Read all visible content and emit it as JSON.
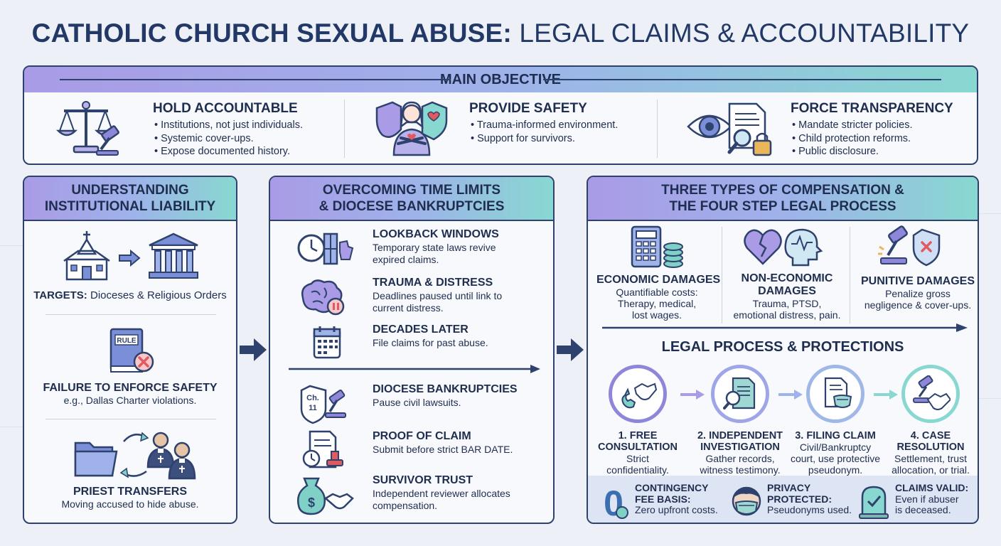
{
  "title_bold": "CATHOLIC CHURCH SEXUAL ABUSE:",
  "title_rest": " LEGAL CLAIMS & ACCOUNTABILITY",
  "objective": {
    "label": "MAIN OBJECTIVE",
    "items": [
      {
        "title": "HOLD ACCOUNTABLE",
        "icon": "scales-gavel-icon",
        "bullets": [
          "Institutions, not just individuals.",
          "Systemic cover-ups.",
          "Expose documented history."
        ]
      },
      {
        "title": "PROVIDE SAFETY",
        "icon": "person-shield-icon",
        "bullets": [
          "Trauma-informed environment.",
          "Support for survivors."
        ]
      },
      {
        "title": "FORCE TRANSPARENCY",
        "icon": "eye-document-icon",
        "bullets": [
          "Mandate stricter policies.",
          "Child protection reforms.",
          "Public disclosure."
        ]
      }
    ]
  },
  "liability": {
    "header1": "UNDERSTANDING",
    "header2": "INSTITUTIONAL LIABILITY",
    "targets_label": "TARGETS:",
    "targets_text": " Dioceses & Religious Orders",
    "failure_title": "FAILURE TO ENFORCE SAFETY",
    "failure_text": "e.g., Dallas Charter violations.",
    "rule_label": "RULE",
    "transfer_title": "PRIEST TRANSFERS",
    "transfer_text": "Moving accused to hide abuse."
  },
  "timelimits": {
    "header1": "OVERCOMING TIME LIMITS",
    "header2": "& DIOCESE BANKRUPTCIES",
    "items": [
      {
        "title": "LOOKBACK WINDOWS",
        "l1": "Temporary state laws revive",
        "l2": "expired claims."
      },
      {
        "title": "TRAUMA & DISTRESS",
        "l1": "Deadlines paused until link to",
        "l2": "current distress."
      },
      {
        "title": "DECADES LATER",
        "l1": "File claims for past abuse.",
        "l2": ""
      },
      {
        "title": "DIOCESE BANKRUPTCIES",
        "l1": "Pause civil lawsuits.",
        "l2": ""
      },
      {
        "title": "PROOF OF CLAIM",
        "l1": "Submit before strict BAR DATE.",
        "l2": ""
      },
      {
        "title": "SURVIVOR TRUST",
        "l1": "Independent reviewer allocates",
        "l2": "compensation."
      }
    ],
    "ch11": "Ch.",
    "ch11b": "11"
  },
  "compensation": {
    "header1": "THREE TYPES OF COMPENSATION &",
    "header2": "THE FOUR STEP LEGAL PROCESS",
    "types": [
      {
        "t1": "ECONOMIC DAMAGES",
        "t2": "",
        "d1": "Quantifiable costs:",
        "d2": "Therapy, medical,",
        "d3": "lost wages."
      },
      {
        "t1": "NON-ECONOMIC",
        "t2": "DAMAGES",
        "d1": "Trauma, PTSD,",
        "d2": "emotional distress, pain.",
        "d3": ""
      },
      {
        "t1": "PUNITIVE DAMAGES",
        "t2": "",
        "d1": "Penalize gross",
        "d2": "negligence & cover-ups.",
        "d3": ""
      }
    ],
    "process_title": "LEGAL PROCESS & PROTECTIONS",
    "steps": [
      {
        "t1": "1. FREE",
        "t2": "CONSULTATION",
        "d1": "Strict",
        "d2": "confidentiality."
      },
      {
        "t1": "2. INDEPENDENT",
        "t2": "INVESTIGATION",
        "d1": "Gather records,",
        "d2": "witness testimony."
      },
      {
        "t1": "3. FILING CLAIM",
        "t2": "",
        "d1": "Civil/Bankruptcy",
        "d2": "court, use protective",
        "d3": "pseudonym."
      },
      {
        "t1": "4. CASE",
        "t2": "RESOLUTION",
        "d1": "Settlement, trust",
        "d2": "allocation, or trial."
      }
    ],
    "protections": [
      {
        "h1": "CONTINGENCY",
        "h2": "FEE BASIS:",
        "d1": "Zero upfront costs.",
        "d2": ""
      },
      {
        "h1": "PRIVACY",
        "h2": "PROTECTED:",
        "d1": "Pseudonyms used.",
        "d2": ""
      },
      {
        "h1": "CLAIMS VALID:",
        "h2": "",
        "d1": "Even if abuser",
        "d2": "is deceased."
      }
    ],
    "zero": "0"
  },
  "colors": {
    "navy": "#2f426d",
    "purple": "#8d86d9",
    "teal": "#7fd1c8",
    "red": "#e05a60"
  }
}
